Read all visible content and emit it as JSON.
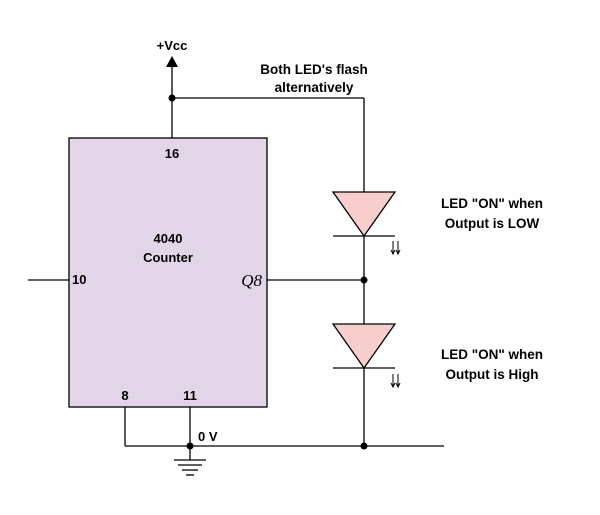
{
  "supply_label": "+Vcc",
  "ground_label": "0 V",
  "chip": {
    "name_line1": "4040",
    "name_line2": "Counter",
    "pin_vcc": "16",
    "pin_input": "10",
    "pin_output": "Q8",
    "pin_gnd_left": "8",
    "pin_gnd_right": "11"
  },
  "notes": {
    "top_line1": "Both LED's flash",
    "top_line2": "alternatively",
    "led1_line1": "LED \"ON\" when",
    "led1_line2": "Output is LOW",
    "led2_line1": "LED \"ON\" when",
    "led2_line2": "Output is High"
  },
  "colors": {
    "chip_fill": "#e1d5e7",
    "led_fill": "#f8cecc",
    "wire": "#000000"
  }
}
